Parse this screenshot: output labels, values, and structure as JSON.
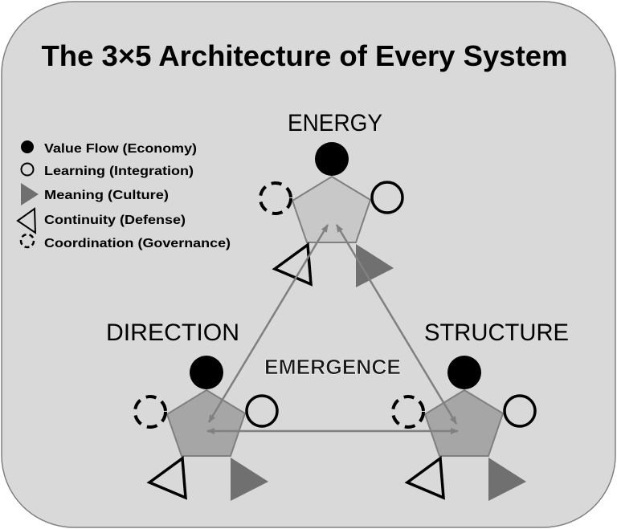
{
  "title": "The 3×5 Architecture of Every System",
  "legend": [
    {
      "icon": "filled-circle-icon",
      "label": "Value Flow (Economy)"
    },
    {
      "icon": "open-circle-icon",
      "label": "Learning (Integration)"
    },
    {
      "icon": "filled-triangle-icon",
      "label": "Meaning (Culture)"
    },
    {
      "icon": "open-triangle-icon",
      "label": "Continuity (Defense)"
    },
    {
      "icon": "dashed-circle-icon",
      "label": "Coordination (Governance)"
    }
  ],
  "nodes": {
    "energy": "ENERGY",
    "direction": "DIRECTION",
    "structure": "STRUCTURE"
  },
  "center_label": "EMERGENCE",
  "colors": {
    "background": "#d9d9d9",
    "energy_pentagon": "#c8c8c8",
    "base_pentagon": "#a6a6a6",
    "meaning_triangle": "#707070",
    "arrow": "#808080"
  }
}
